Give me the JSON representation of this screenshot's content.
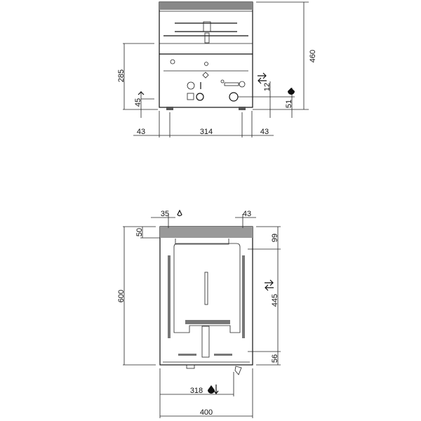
{
  "front_view": {
    "dimensions": {
      "height_total": "460",
      "height_body": "285",
      "height_gas": "45",
      "offset_electric": "12",
      "height_drain": "51",
      "left_margin": "43",
      "feet_span": "314",
      "right_margin": "43"
    }
  },
  "top_view": {
    "dimensions": {
      "gas_offset": "35",
      "right_offset": "43",
      "depth_total": "600",
      "grill_depth": "50",
      "top_offset": "99",
      "electric_position": "445",
      "bottom_offset": "56",
      "drain_position": "318",
      "width_total": "400"
    }
  },
  "icons": [
    "flame-icon",
    "water-drop-icon",
    "electric-arrow-icon"
  ]
}
